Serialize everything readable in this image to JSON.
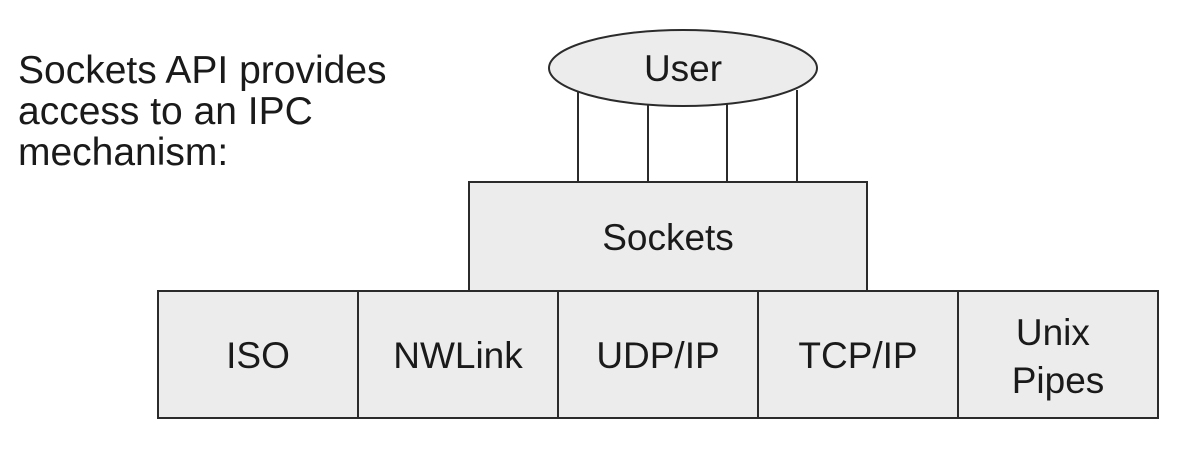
{
  "caption": {
    "lines": [
      "Sockets API provides",
      "access to an IPC",
      "mechanism:"
    ]
  },
  "diagram": {
    "user": "User",
    "sockets": "Sockets",
    "protocols": [
      "ISO",
      "NWLink",
      "UDP/IP",
      "TCP/IP"
    ],
    "unix_pipes": [
      "Unix",
      "Pipes"
    ]
  },
  "colors": {
    "box_fill": "#ececec",
    "stroke": "#2b2b2b",
    "text": "#1a1a1a"
  }
}
